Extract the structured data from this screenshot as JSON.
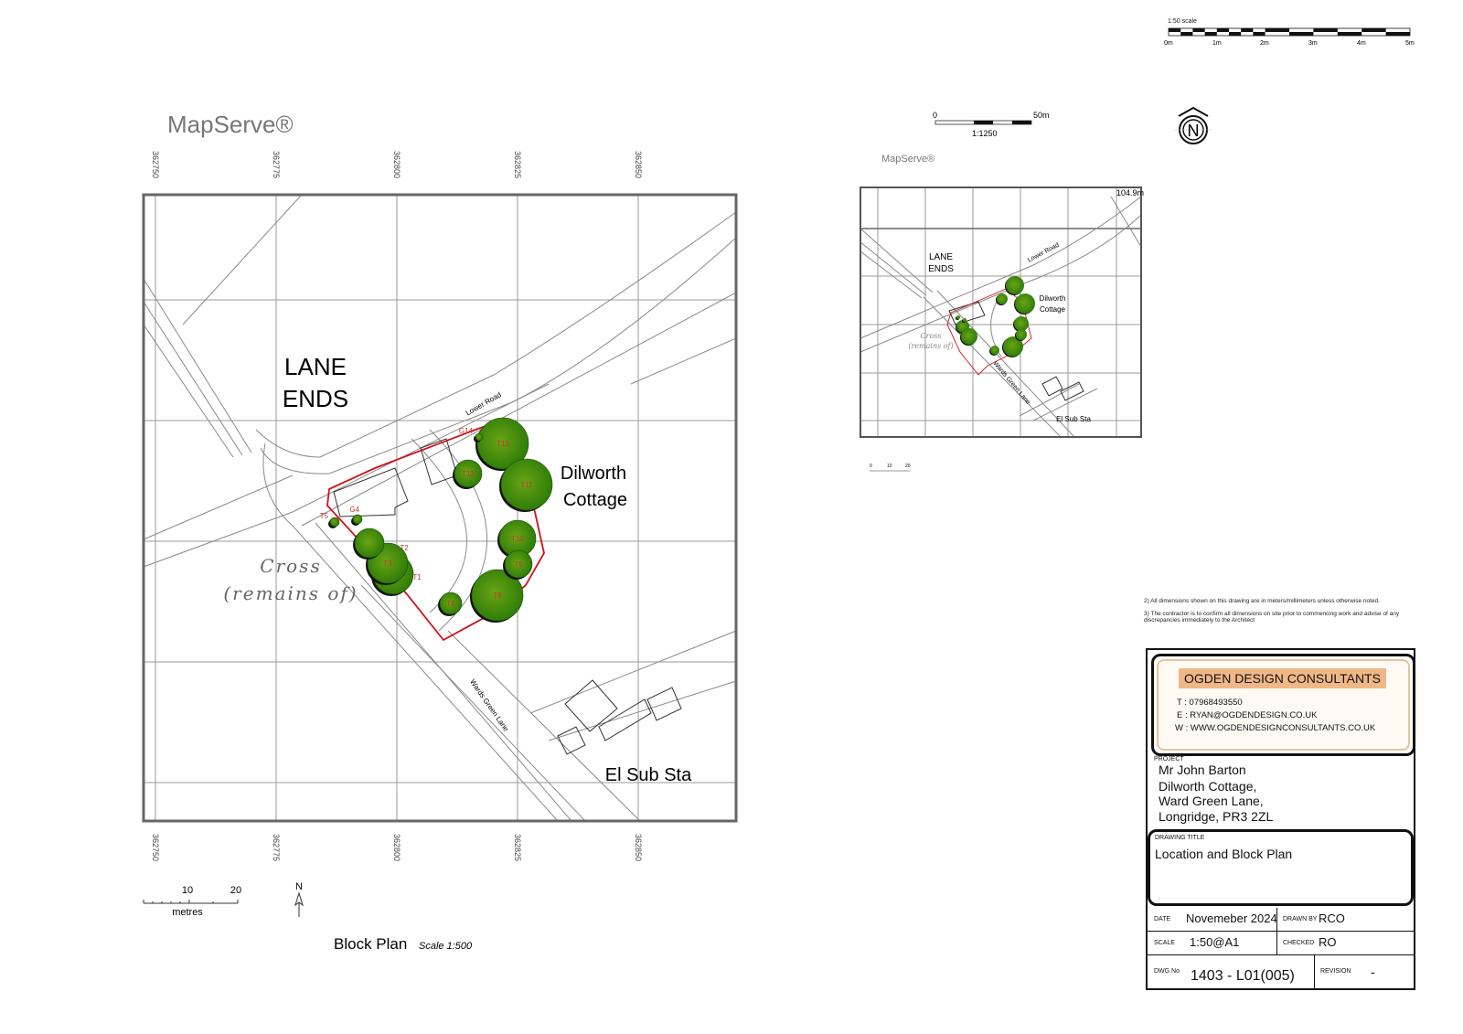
{
  "top_scale": {
    "title": "1:50 scale",
    "ticks": [
      "0m",
      "1m",
      "2m",
      "3m",
      "4m",
      "5m"
    ]
  },
  "location_scale": {
    "start": "0",
    "end": "50m",
    "ratio": "1:1250"
  },
  "north_symbol": "N",
  "block_plan": {
    "brand": "MapServe®",
    "coords_x": [
      "362750",
      "362775",
      "362800",
      "362825",
      "362850"
    ],
    "labels": {
      "lane": "LANE",
      "ends": "ENDS",
      "lower_road": "Lower Road",
      "dilworth": "Dilworth",
      "cottage": "Cottage",
      "cross": "Cross",
      "remains": "(remains of)",
      "wards_green_lane": "Wards Green Lane",
      "sub_station": "El Sub Sta"
    },
    "trees": [
      "T1",
      "T2",
      "T3",
      "G4",
      "T5",
      "T6",
      "T8",
      "T9",
      "T10",
      "T11",
      "T12",
      "T13",
      "G14"
    ],
    "scale_bar": {
      "ten": "10",
      "twenty": "20",
      "unit": "metres"
    },
    "north": "N",
    "title": "Block Plan",
    "scale_note": "Scale 1:500"
  },
  "location_plan": {
    "brand": "MapServe®",
    "spot_height": "104.9m",
    "labels": {
      "lane": "LANE",
      "ends": "ENDS",
      "lower_road": "Lower Road",
      "dilworth": "Dilworth",
      "cottage": "Cottage",
      "cross": "Cross",
      "remains": "(remains of)",
      "wards_green_lane": "Wards Green Lane",
      "sub_station": "El Sub Sta"
    },
    "scale_bar": {
      "zero": "0",
      "ten": "10",
      "twenty": "20"
    }
  },
  "notes": [
    "2) All dimensions shown on this drawing are in meters/millimeters unless otherwise noted.",
    "3) The contractor is to confirm all dimensions on site prior to commencing work and advise of any discrepancies immediately to the Architect"
  ],
  "title_block": {
    "firm": "OGDEN DESIGN CONSULTANTS",
    "phone": "T : 07968493550",
    "email": "E : RYAN@OGDENDESIGN.CO.UK",
    "web": "W : WWW.OGDENDESIGNCONSULTANTS.CO.UK",
    "project_label": "PROJECT",
    "project_lines": [
      "Mr John Barton",
      "Dilworth Cottage,",
      "Ward Green Lane,",
      "Longridge, PR3 2ZL"
    ],
    "drawing_title_label": "DRAWING TITLE",
    "drawing_title": "Location and Block Plan",
    "date_label": "DATE",
    "date": "Novemeber 2024",
    "drawn_by_label": "DRAWN BY",
    "drawn_by": "RCO",
    "scale_label": "SCALE",
    "scale": "1:50@A1",
    "checked_label": "CHECKED",
    "checked": "RO",
    "dwg_label": "DWG No",
    "dwg": "1403 - L01(005)",
    "revision_label": "REVISION",
    "revision": "-"
  },
  "colors": {
    "boundary": "#d0111b",
    "tree": "#3f8f0f",
    "firm_bg": "#f0b887"
  }
}
